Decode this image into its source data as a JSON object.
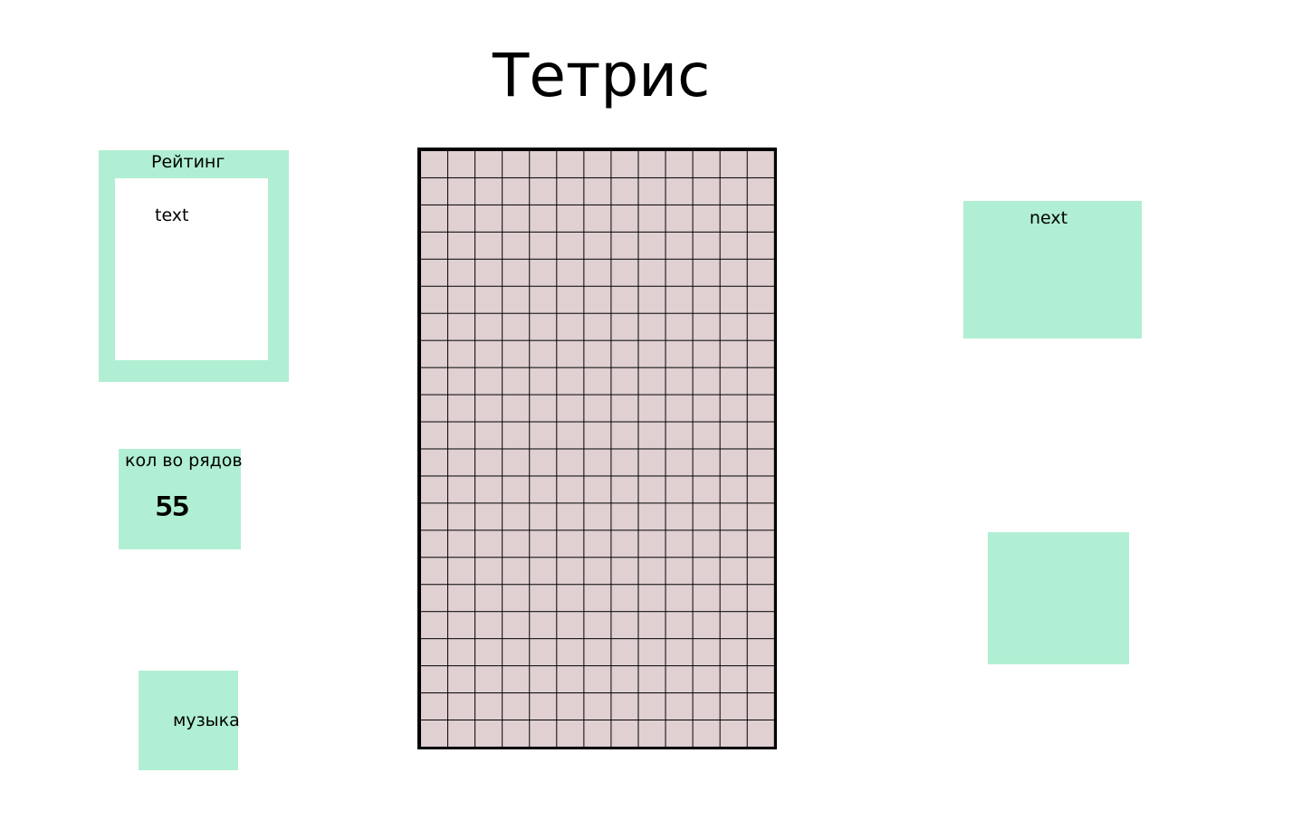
{
  "header": {
    "title": "Тетрис"
  },
  "rating": {
    "label": "Рейтинг",
    "content": "text"
  },
  "rows": {
    "label": "кол во рядов",
    "count": "55"
  },
  "music": {
    "label": "музыка"
  },
  "next": {
    "label": "next"
  },
  "board": {
    "columns": 13,
    "rows": 22,
    "cell_color": "#e0d0d2",
    "grid_color": "#000000"
  },
  "colors": {
    "panel": "#b0efd3",
    "background": "#ffffff"
  }
}
